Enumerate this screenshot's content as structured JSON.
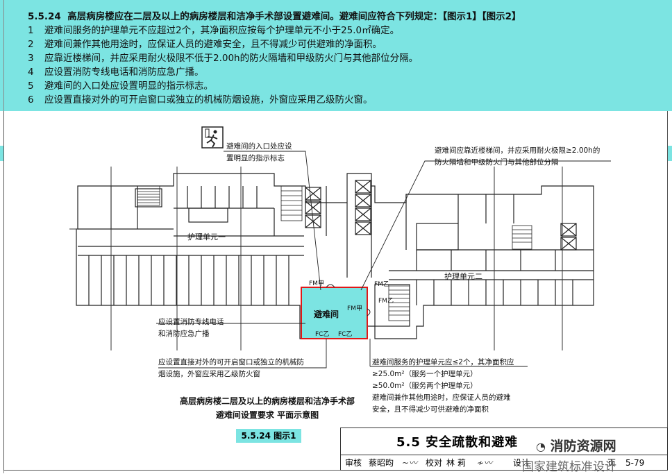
{
  "clause": {
    "code": "5.5.24",
    "title": "高层病房楼应在二层及以上的病房楼层和洁净手术部设置避难间。避难间应符合下列规定：【图示1】【图示2】",
    "items": [
      {
        "num": "1",
        "text": "避难间服务的护理单元不应超过2个，其净面积应按每个护理单元不小于25.0㎡确定。"
      },
      {
        "num": "2",
        "text": "避难间兼作其他用途时，应保证人员的避难安全，且不得减少可供避难的净面积。"
      },
      {
        "num": "3",
        "text": "应靠近楼梯间，并应采用耐火极限不低于2.00h的防火隔墙和甲级防火门与其他部位分隔。"
      },
      {
        "num": "4",
        "text": "应设置消防专线电话和消防应急广播。"
      },
      {
        "num": "5",
        "text": "避难间的入口处应设置明显的指示标志。"
      },
      {
        "num": "6",
        "text": "应设置直接对外的可开启窗口或独立的机械防烟设施，外窗应采用乙级防火窗。"
      }
    ]
  },
  "notes": {
    "entrance_sign_1": "避难间的入口处应设",
    "entrance_sign_2": "置明显的指示标志",
    "near_stair_1": "避难间应靠近楼梯间，并应采用耐火极限≥2.00h的",
    "near_stair_2": "防火隔墙和甲级防火门与其他部位分隔",
    "phone_1": "应设置消防专线电话",
    "phone_2": "和消防应急广播",
    "window_1": "应设置直接对外的可开启窗口或独立的机械防",
    "window_2": "烟设施，外窗应采用乙级防火窗",
    "area_1": "避难间服务的护理单元应≤2个，其净面积应",
    "area_2": "≥25.0m²（服务一个护理单元）",
    "area_3": "≥50.0m²（服务两个护理单元）",
    "area_4": "避难间兼作其他用途时，应保证人员的避难",
    "area_5": "安全，且不得减少可供避难的净面积"
  },
  "plan": {
    "nursing_unit_1": "护理单元一",
    "nursing_unit_2": "护理单元二",
    "refuge_room": "避难间",
    "door_fm_a": "FM甲",
    "door_fm_b": "FM甲",
    "door_fm_c": "FM乙",
    "door_fm_d": "FM乙",
    "window_fc_a": "FC乙",
    "window_fc_b": "FC乙"
  },
  "caption": {
    "line1": "高层病房楼二层及以上的病房楼层和洁净手术部",
    "line2": "避难间设置要求  平面示意图",
    "figure_tag": "5.5.24 图示1"
  },
  "title_block": {
    "section": "5.5  安全疏散和避难",
    "review_label": "审核",
    "review_name": "蔡昭昀",
    "check_label": "校对",
    "check_name": "林 莉",
    "design_label": "设计",
    "page_label": "页",
    "page_no": "5-79"
  },
  "watermark": {
    "account": "消防资源网",
    "sub": "国家建筑标准设计"
  },
  "colors": {
    "header_bg": "#7ce4e2",
    "refuge_fill": "#7ce4e2",
    "refuge_border": "#e01818"
  }
}
